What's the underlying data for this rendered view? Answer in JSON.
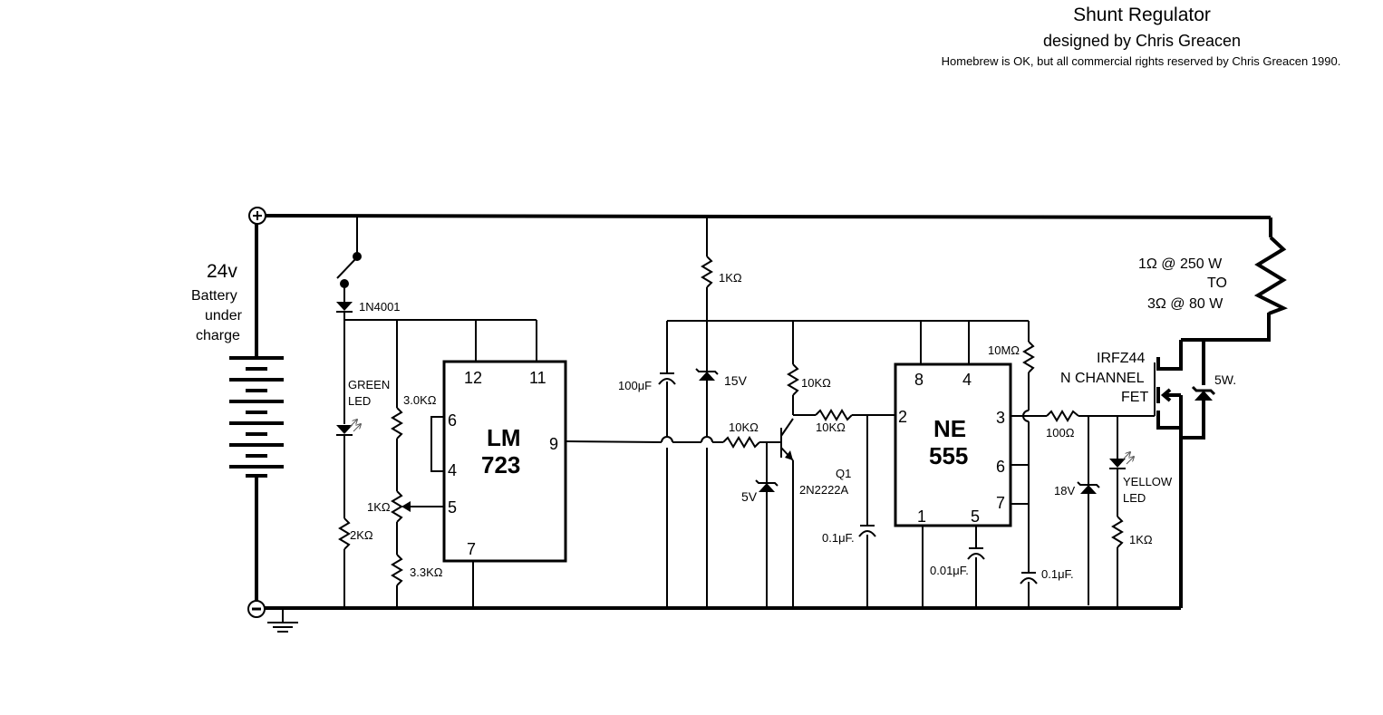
{
  "header": {
    "title": "Shunt Regulator",
    "subtitle": "designed by Chris Greacen",
    "notice": "Homebrew is OK, but all commercial rights reserved by Chris Greacen 1990."
  },
  "battery": {
    "voltage": "24v",
    "label_lines": [
      "Battery",
      "under",
      "charge"
    ],
    "plus_symbol": "+",
    "minus_symbol": "−"
  },
  "components": {
    "diode_1n4001": "1N4001",
    "green_led": [
      "GREEN",
      "LED"
    ],
    "r_2k": "2KΩ",
    "r_3k0": "3.0KΩ",
    "pot_1k": "1KΩ",
    "r_3k3": "3.3KΩ",
    "r_1k_top": "1KΩ",
    "cap_100uf": "100μF",
    "zener_15v": "15V",
    "r_10k_base": "10KΩ",
    "r_10k_collector": "10KΩ",
    "r_10k_trigger": "10KΩ",
    "zener_5v": "5V",
    "q1_name": "Q1",
    "q1_part": "2N2222A",
    "cap_01uf_trigger": "0.1μF.",
    "cap_001uf": "0.01μF.",
    "r_10m": "10MΩ",
    "cap_01uf_timing": "0.1μF.",
    "r_100": "100Ω",
    "zener_18v": "18V",
    "yellow_led": [
      "YELLOW",
      "LED"
    ],
    "r_1k_led": "1KΩ",
    "fet": [
      "IRFZ44",
      "N CHANNEL",
      "FET"
    ],
    "zener_5w": "5W.",
    "load": [
      "1Ω @ 250 W",
      "TO",
      "3Ω @ 80 W"
    ]
  },
  "lm723": {
    "name": [
      "LM",
      "723"
    ],
    "pins": {
      "p12": "12",
      "p11": "11",
      "p6": "6",
      "p4": "4",
      "p5": "5",
      "p7": "7",
      "p9": "9"
    }
  },
  "ne555": {
    "name": [
      "NE",
      "555"
    ],
    "pins": {
      "p8": "8",
      "p4": "4",
      "p2": "2",
      "p3": "3",
      "p6": "6",
      "p7": "7",
      "p1": "1",
      "p5": "5"
    }
  }
}
